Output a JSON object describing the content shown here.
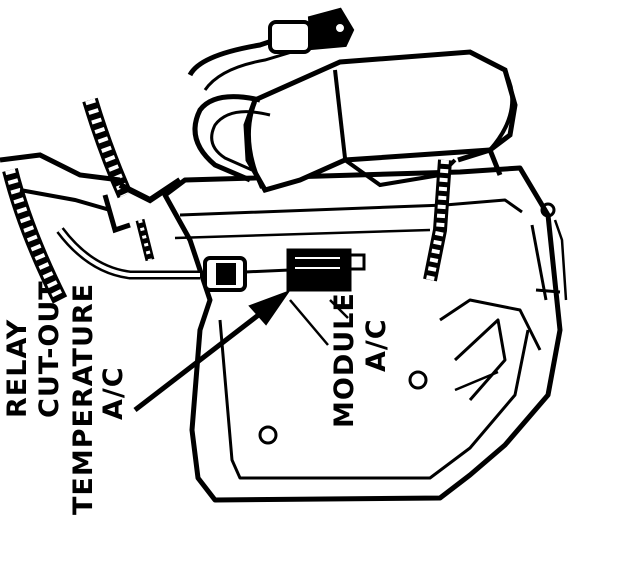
{
  "labels": {
    "relay_lines": [
      "A/C",
      "TEMPERATURE",
      "CUT-OUT",
      "RELAY"
    ],
    "module_lines": [
      "A/C",
      "MODULE"
    ]
  },
  "colors": {
    "ink": "#000000",
    "paper": "#ffffff"
  }
}
